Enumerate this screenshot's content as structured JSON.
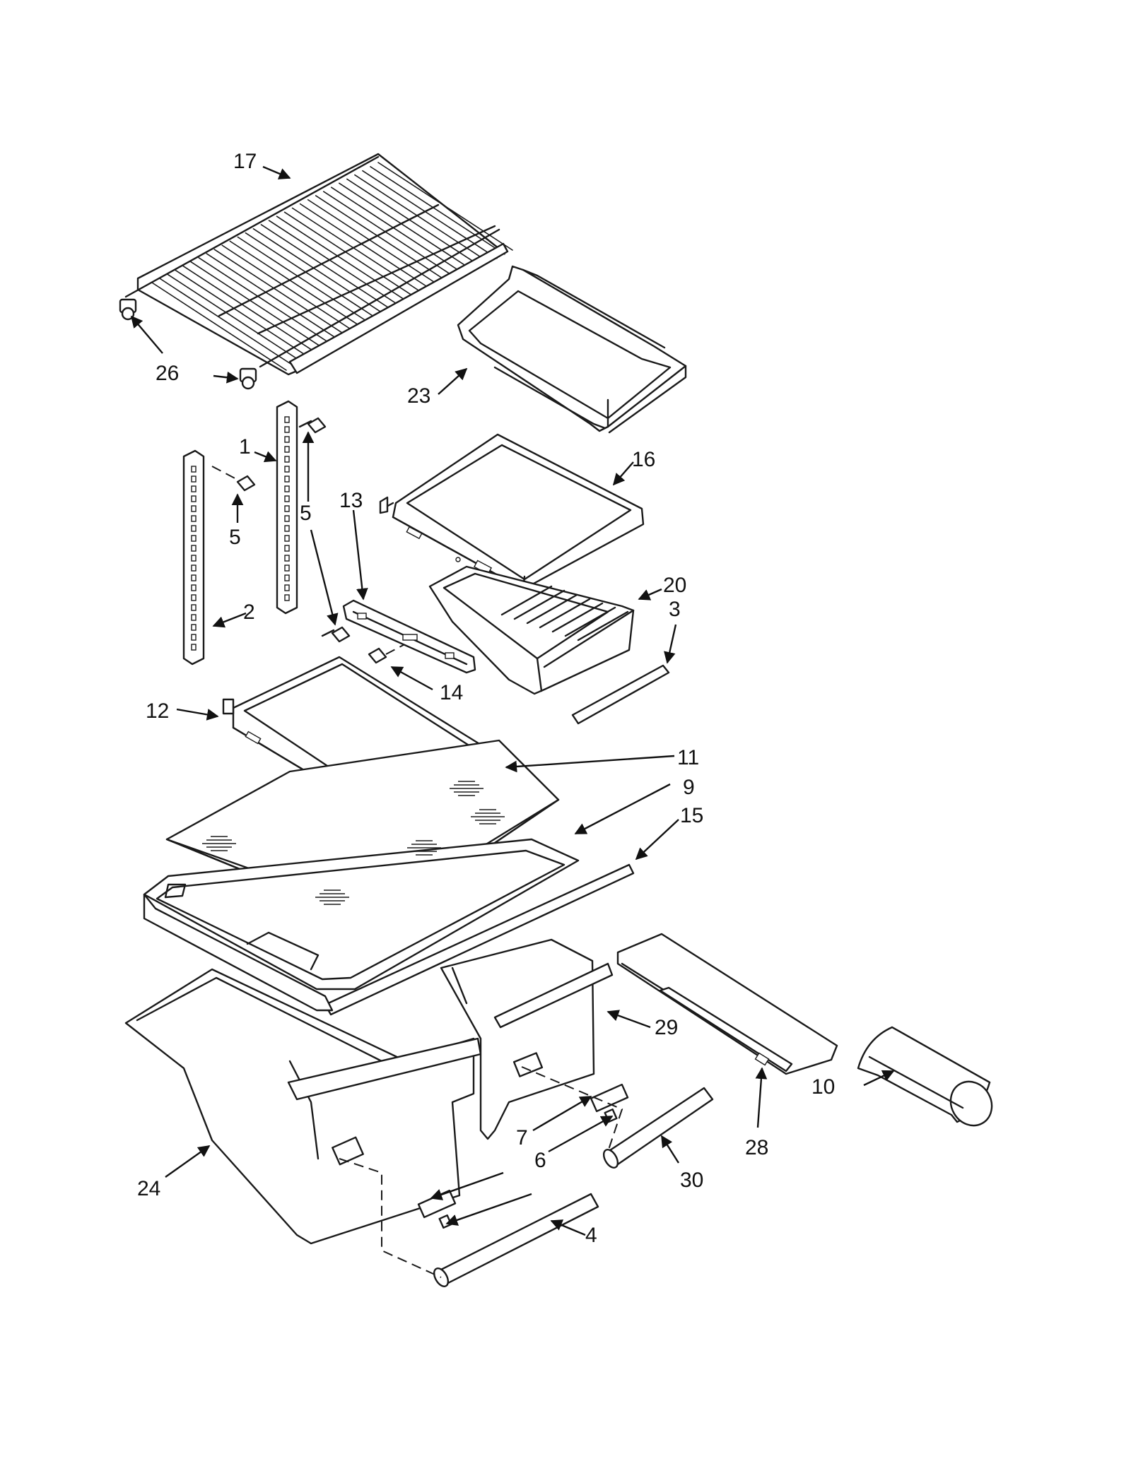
{
  "callouts": {
    "c17": "17",
    "c26": "26",
    "c23": "23",
    "c1": "1",
    "c5a": "5",
    "c5b": "5",
    "c16": "16",
    "c13": "13",
    "c20": "20",
    "c3": "3",
    "c2": "2",
    "c14": "14",
    "c12": "12",
    "c11": "11",
    "c9": "9",
    "c15": "15",
    "c29": "29",
    "c10": "10",
    "c28": "28",
    "c7": "7",
    "c6": "6",
    "c30": "30",
    "c24": "24",
    "c4": "4"
  }
}
